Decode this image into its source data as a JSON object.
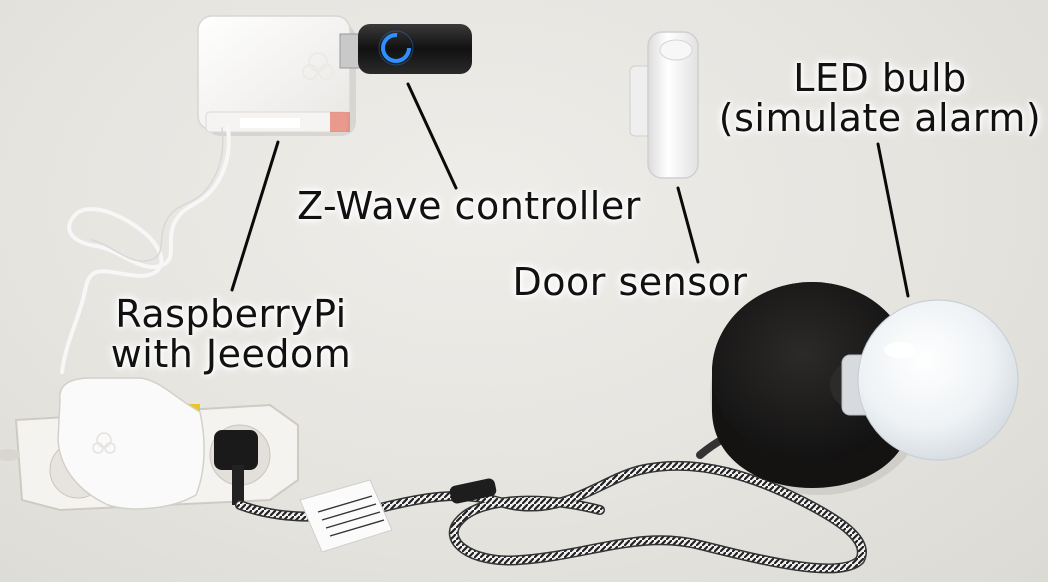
{
  "labels": {
    "led_bulb": [
      "LED bulb",
      "(simulate alarm)"
    ],
    "zwave": "Z-Wave controller",
    "door_sensor": "Door sensor",
    "raspberry": [
      "RaspberryPi",
      "with Jeedom"
    ]
  },
  "colors": {
    "background": "#e8e6e1",
    "zwave_glow": "#2f8fff",
    "lamp_base": "#1c1b1a",
    "bulb": "#f4f6f8"
  }
}
